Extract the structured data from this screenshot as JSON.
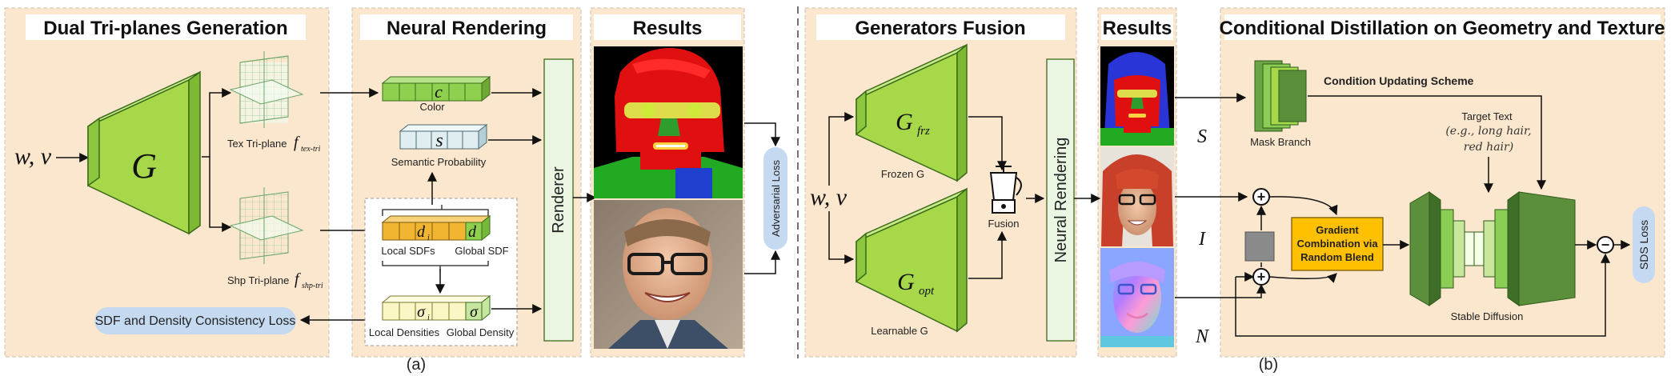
{
  "part_a": {
    "caption": "(a)",
    "dual_triplanes": {
      "title": "Dual Tri-planes Generation",
      "input_label": "w, v",
      "generator_label": "G",
      "tex_triplane_label": "Tex Tri-plane",
      "tex_triplane_symbol": "f",
      "tex_triplane_subscript": "tex-tri",
      "shp_triplane_label": "Shp Tri-plane",
      "shp_triplane_symbol": "f",
      "shp_triplane_subscript": "shp-tri",
      "consistency_loss": "SDF and Density Consistency Loss"
    },
    "neural_rendering": {
      "title": "Neural Rendering",
      "color_symbol": "c",
      "color_label": "Color",
      "semantic_symbol": "s",
      "semantic_label": "Semantic Probability",
      "local_sdf_symbol": "d",
      "local_sdf_subscript": "i",
      "global_sdf_symbol": "d",
      "local_sdfs_label": "Local SDFs",
      "global_sdf_label": "Global SDF",
      "local_density_symbol": "σ",
      "local_density_subscript": "i",
      "global_density_symbol": "σ",
      "local_densities_label": "Local Densities",
      "global_density_label": "Global Density",
      "renderer_label": "Renderer"
    },
    "results": {
      "title": "Results",
      "adversarial_loss": "Adversarial Loss"
    }
  },
  "part_b": {
    "caption": "(b)",
    "generators_fusion": {
      "title": "Generators Fusion",
      "input_label": "w, v",
      "frozen_symbol": "G",
      "frozen_subscript": "frz",
      "frozen_label": "Frozen G",
      "learnable_symbol": "G",
      "learnable_subscript": "opt",
      "learnable_label": "Learnable G",
      "fusion_label": "Fusion",
      "neural_rendering_label": "Neural Rendering"
    },
    "results": {
      "title": "Results",
      "semantic_letter": "S",
      "image_letter": "I",
      "normal_letter": "N"
    },
    "distillation": {
      "title": "Conditional Distillation on Geometry and Texture",
      "mask_branch_label": "Mask Branch",
      "condition_scheme_label": "Condition Updating Scheme",
      "target_text_title": "Target Text",
      "target_text_line1": "(e.g., long hair,",
      "target_text_line2": "red hair)",
      "gradient_line1": "Gradient",
      "gradient_line2": "Combination via",
      "gradient_line3": "Random Blend",
      "stable_diffusion_label": "Stable Diffusion",
      "sds_loss_label": "SDS Loss",
      "plus_symbol": "+",
      "minus_symbol": "−"
    }
  },
  "colors": {
    "panel_bg": "#fbe7cd",
    "panel_border": "#c9c0b0",
    "generator_green": "#a6d84a",
    "generator_edge": "#3a6b1a",
    "color_cells": "#8fd14f",
    "semantic_cells": "#e0eef2",
    "sdf_cells": "#f1b532",
    "density_cells": "#fbf7c4",
    "renderer_fill": "#eaf5e2",
    "loss_pill": "#c5d9f1",
    "gradient_box": "#ffc000",
    "unet_dark": "#5b8f3c",
    "unet_light": "#c9e79c"
  }
}
